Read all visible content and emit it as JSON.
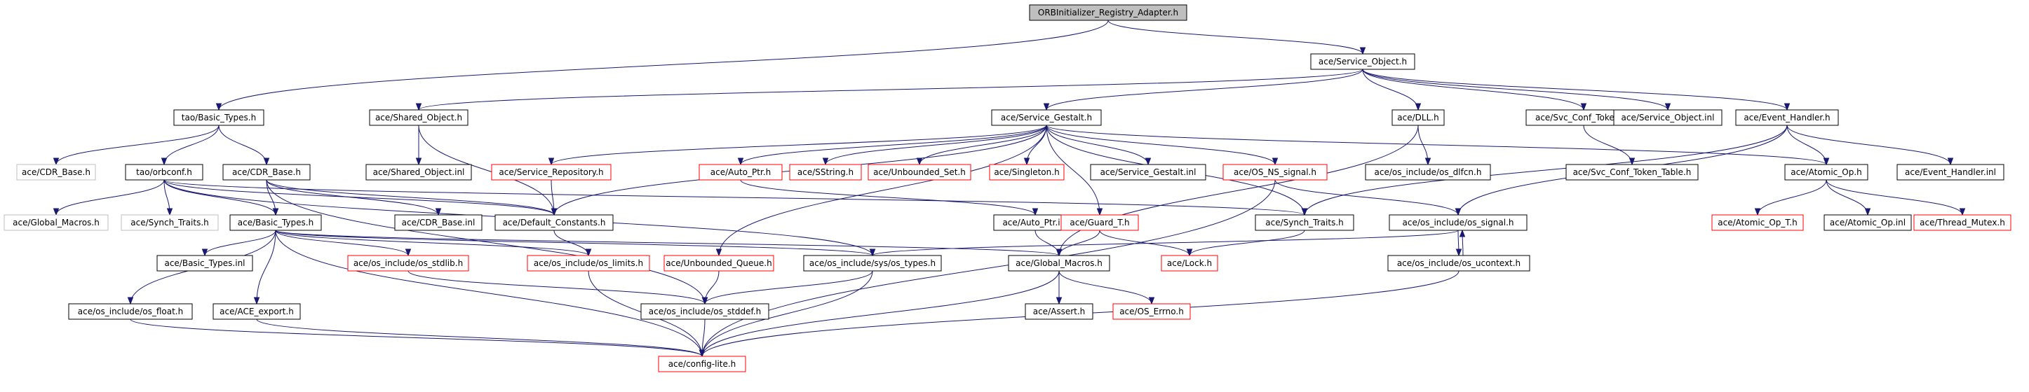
{
  "diagram": {
    "nodes": [
      {
        "id": "root",
        "label": "ORBInitializer_Registry_Adapter.h",
        "style": "root"
      },
      {
        "id": "service_object",
        "label": "ace/Service_Object.h",
        "style": "normal"
      },
      {
        "id": "tao_basic_types",
        "label": "tao/Basic_Types.h",
        "style": "normal"
      },
      {
        "id": "shared_object",
        "label": "ace/Shared_Object.h",
        "style": "normal"
      },
      {
        "id": "service_gestalt",
        "label": "ace/Service_Gestalt.h",
        "style": "normal"
      },
      {
        "id": "dll",
        "label": "ace/DLL.h",
        "style": "normal"
      },
      {
        "id": "svc_conf_tokens",
        "label": "ace/Svc_Conf_Tokens.h",
        "style": "normal"
      },
      {
        "id": "service_object_inl",
        "label": "ace/Service_Object.inl",
        "style": "normal"
      },
      {
        "id": "event_handler",
        "label": "ace/Event_Handler.h",
        "style": "normal"
      },
      {
        "id": "cdr_base_gray",
        "label": "ace/CDR_Base.h",
        "style": "gray"
      },
      {
        "id": "orbconf",
        "label": "tao/orbconf.h",
        "style": "normal"
      },
      {
        "id": "cdr_base",
        "label": "ace/CDR_Base.h",
        "style": "normal"
      },
      {
        "id": "shared_object_inl",
        "label": "ace/Shared_Object.inl",
        "style": "normal"
      },
      {
        "id": "service_repository",
        "label": "ace/Service_Repository.h",
        "style": "red"
      },
      {
        "id": "auto_ptr",
        "label": "ace/Auto_Ptr.h",
        "style": "red"
      },
      {
        "id": "sstring",
        "label": "ace/SString.h",
        "style": "red"
      },
      {
        "id": "unbounded_set",
        "label": "ace/Unbounded_Set.h",
        "style": "red"
      },
      {
        "id": "singleton",
        "label": "ace/Singleton.h",
        "style": "red"
      },
      {
        "id": "service_gestalt_inl",
        "label": "ace/Service_Gestalt.inl",
        "style": "normal"
      },
      {
        "id": "os_ns_signal",
        "label": "ace/OS_NS_signal.h",
        "style": "red"
      },
      {
        "id": "os_dlfcn",
        "label": "ace/os_include/os_dlfcn.h",
        "style": "normal"
      },
      {
        "id": "svc_conf_token_table",
        "label": "ace/Svc_Conf_Token_Table.h",
        "style": "normal"
      },
      {
        "id": "atomic_op",
        "label": "ace/Atomic_Op.h",
        "style": "normal"
      },
      {
        "id": "event_handler_inl",
        "label": "ace/Event_Handler.inl",
        "style": "normal"
      },
      {
        "id": "global_macros_gray",
        "label": "ace/Global_Macros.h",
        "style": "gray"
      },
      {
        "id": "synch_traits_gray",
        "label": "ace/Synch_Traits.h",
        "style": "gray"
      },
      {
        "id": "basic_types",
        "label": "ace/Basic_Types.h",
        "style": "normal"
      },
      {
        "id": "cdr_base_inl",
        "label": "ace/CDR_Base.inl",
        "style": "normal"
      },
      {
        "id": "default_constants",
        "label": "ace/Default_Constants.h",
        "style": "normal"
      },
      {
        "id": "auto_ptr_inl",
        "label": "ace/Auto_Ptr.inl",
        "style": "normal"
      },
      {
        "id": "guard_t",
        "label": "ace/Guard_T.h",
        "style": "red"
      },
      {
        "id": "synch_traits",
        "label": "ace/Synch_Traits.h",
        "style": "normal"
      },
      {
        "id": "os_signal",
        "label": "ace/os_include/os_signal.h",
        "style": "normal"
      },
      {
        "id": "atomic_op_t",
        "label": "ace/Atomic_Op_T.h",
        "style": "red"
      },
      {
        "id": "atomic_op_inl",
        "label": "ace/Atomic_Op.inl",
        "style": "normal"
      },
      {
        "id": "thread_mutex",
        "label": "ace/Thread_Mutex.h",
        "style": "red"
      },
      {
        "id": "basic_types_inl",
        "label": "ace/Basic_Types.inl",
        "style": "normal"
      },
      {
        "id": "os_stdlib",
        "label": "ace/os_include/os_stdlib.h",
        "style": "red"
      },
      {
        "id": "os_limits",
        "label": "ace/os_include/os_limits.h",
        "style": "red"
      },
      {
        "id": "unbounded_queue",
        "label": "ace/Unbounded_Queue.h",
        "style": "red"
      },
      {
        "id": "os_types",
        "label": "ace/os_include/sys/os_types.h",
        "style": "normal"
      },
      {
        "id": "global_macros",
        "label": "ace/Global_Macros.h",
        "style": "normal"
      },
      {
        "id": "lock",
        "label": "ace/Lock.h",
        "style": "red"
      },
      {
        "id": "os_ucontext",
        "label": "ace/os_include/os_ucontext.h",
        "style": "normal"
      },
      {
        "id": "os_float",
        "label": "ace/os_include/os_float.h",
        "style": "normal"
      },
      {
        "id": "ace_export",
        "label": "ace/ACE_export.h",
        "style": "normal"
      },
      {
        "id": "os_stddef",
        "label": "ace/os_include/os_stddef.h",
        "style": "normal"
      },
      {
        "id": "assert",
        "label": "ace/Assert.h",
        "style": "normal"
      },
      {
        "id": "os_errno",
        "label": "ace/OS_Errno.h",
        "style": "red"
      },
      {
        "id": "config_lite",
        "label": "ace/config-lite.h",
        "style": "red"
      }
    ],
    "edges": [
      [
        "root",
        "service_object"
      ],
      [
        "root",
        "tao_basic_types"
      ],
      [
        "service_object",
        "shared_object"
      ],
      [
        "service_object",
        "service_gestalt"
      ],
      [
        "service_object",
        "dll"
      ],
      [
        "service_object",
        "svc_conf_tokens"
      ],
      [
        "service_object",
        "service_object_inl"
      ],
      [
        "service_object",
        "event_handler"
      ],
      [
        "tao_basic_types",
        "cdr_base_gray"
      ],
      [
        "tao_basic_types",
        "orbconf"
      ],
      [
        "tao_basic_types",
        "cdr_base"
      ],
      [
        "shared_object",
        "shared_object_inl"
      ],
      [
        "shared_object",
        "default_constants"
      ],
      [
        "service_gestalt",
        "service_repository"
      ],
      [
        "service_gestalt",
        "auto_ptr"
      ],
      [
        "service_gestalt",
        "sstring"
      ],
      [
        "service_gestalt",
        "unbounded_set"
      ],
      [
        "service_gestalt",
        "singleton"
      ],
      [
        "service_gestalt",
        "service_gestalt_inl"
      ],
      [
        "service_gestalt",
        "os_ns_signal"
      ],
      [
        "service_gestalt",
        "default_constants"
      ],
      [
        "service_gestalt",
        "unbounded_queue"
      ],
      [
        "service_gestalt",
        "guard_t"
      ],
      [
        "service_gestalt",
        "synch_traits"
      ],
      [
        "service_gestalt",
        "atomic_op"
      ],
      [
        "dll",
        "os_dlfcn"
      ],
      [
        "dll",
        "global_macros"
      ],
      [
        "svc_conf_tokens",
        "svc_conf_token_table"
      ],
      [
        "event_handler",
        "atomic_op"
      ],
      [
        "event_handler",
        "event_handler_inl"
      ],
      [
        "event_handler",
        "synch_traits"
      ],
      [
        "event_handler",
        "os_signal"
      ],
      [
        "orbconf",
        "global_macros_gray"
      ],
      [
        "orbconf",
        "synch_traits_gray"
      ],
      [
        "orbconf",
        "basic_types"
      ],
      [
        "orbconf",
        "default_constants"
      ],
      [
        "orbconf",
        "synch_traits"
      ],
      [
        "orbconf",
        "os_types"
      ],
      [
        "cdr_base",
        "basic_types"
      ],
      [
        "cdr_base",
        "cdr_base_inl"
      ],
      [
        "cdr_base",
        "default_constants"
      ],
      [
        "cdr_base",
        "os_stddef"
      ],
      [
        "service_repository",
        "default_constants"
      ],
      [
        "auto_ptr",
        "auto_ptr_inl"
      ],
      [
        "os_ns_signal",
        "os_signal"
      ],
      [
        "os_ns_signal",
        "config_lite"
      ],
      [
        "atomic_op",
        "atomic_op_t"
      ],
      [
        "atomic_op",
        "atomic_op_inl"
      ],
      [
        "atomic_op",
        "thread_mutex"
      ],
      [
        "default_constants",
        "os_limits"
      ],
      [
        "basic_types",
        "basic_types_inl"
      ],
      [
        "basic_types",
        "os_stdlib"
      ],
      [
        "basic_types",
        "os_limits"
      ],
      [
        "basic_types",
        "os_types"
      ],
      [
        "basic_types",
        "global_macros"
      ],
      [
        "basic_types",
        "os_float"
      ],
      [
        "basic_types",
        "ace_export"
      ],
      [
        "basic_types",
        "config_lite"
      ],
      [
        "auto_ptr_inl",
        "global_macros"
      ],
      [
        "guard_t",
        "global_macros"
      ],
      [
        "guard_t",
        "lock"
      ],
      [
        "synch_traits",
        "lock"
      ],
      [
        "os_signal",
        "os_types"
      ],
      [
        "os_signal",
        "os_ucontext"
      ],
      [
        "os_ucontext",
        "os_signal"
      ],
      [
        "os_ucontext",
        "config_lite"
      ],
      [
        "os_stdlib",
        "os_stddef"
      ],
      [
        "os_limits",
        "config_lite"
      ],
      [
        "unbounded_queue",
        "os_stddef"
      ],
      [
        "os_types",
        "os_stddef"
      ],
      [
        "os_types",
        "config_lite"
      ],
      [
        "global_macros",
        "assert"
      ],
      [
        "global_macros",
        "os_errno"
      ],
      [
        "global_macros",
        "config_lite"
      ],
      [
        "os_float",
        "config_lite"
      ],
      [
        "ace_export",
        "config_lite"
      ],
      [
        "os_stddef",
        "config_lite"
      ]
    ]
  }
}
